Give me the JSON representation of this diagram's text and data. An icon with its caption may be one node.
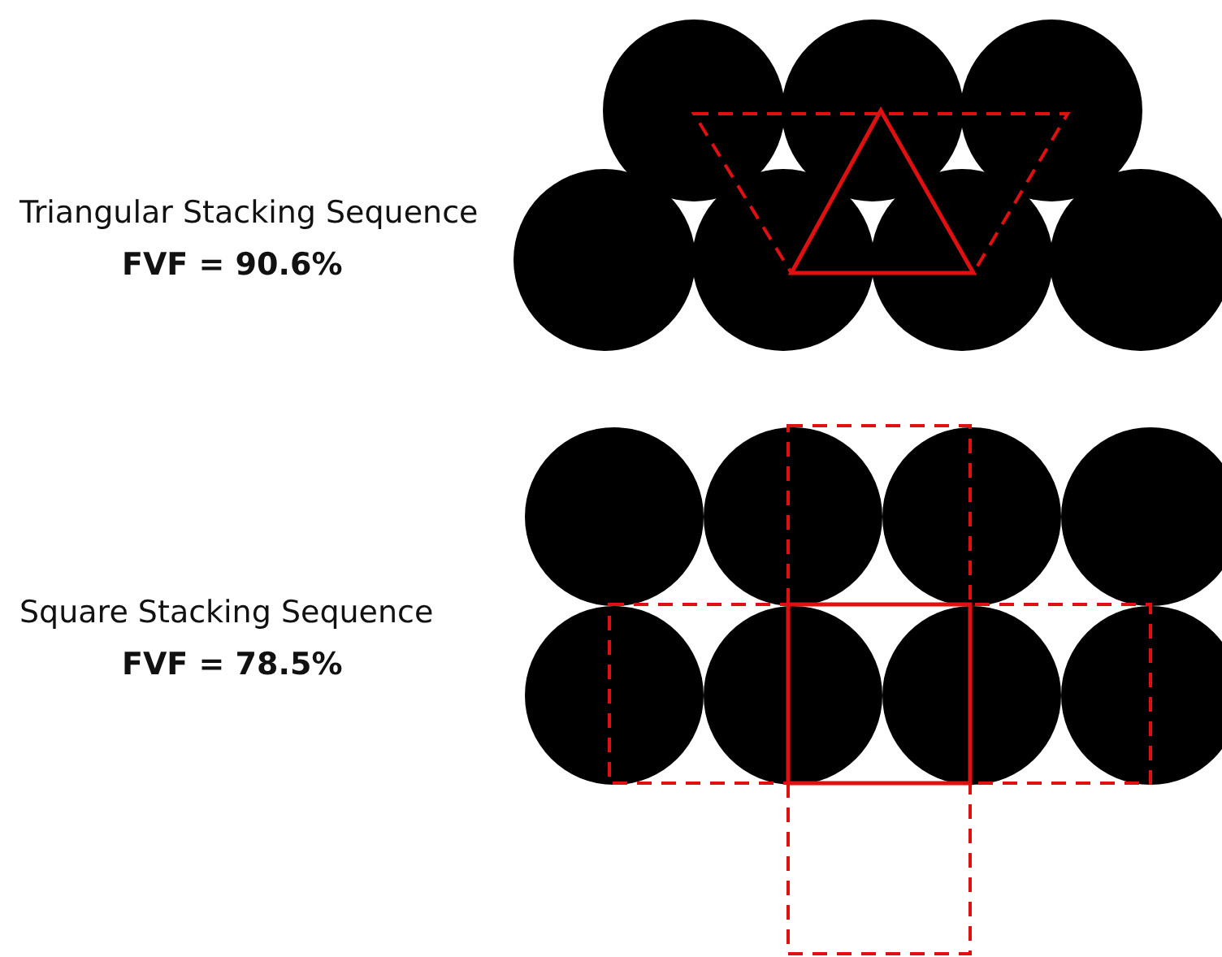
{
  "diagram": {
    "labels": [
      "Triangular Stacking Sequence",
      "FVF = 90.6%",
      "Square Stacking Sequence",
      "FVF = 78.5%"
    ]
  }
}
